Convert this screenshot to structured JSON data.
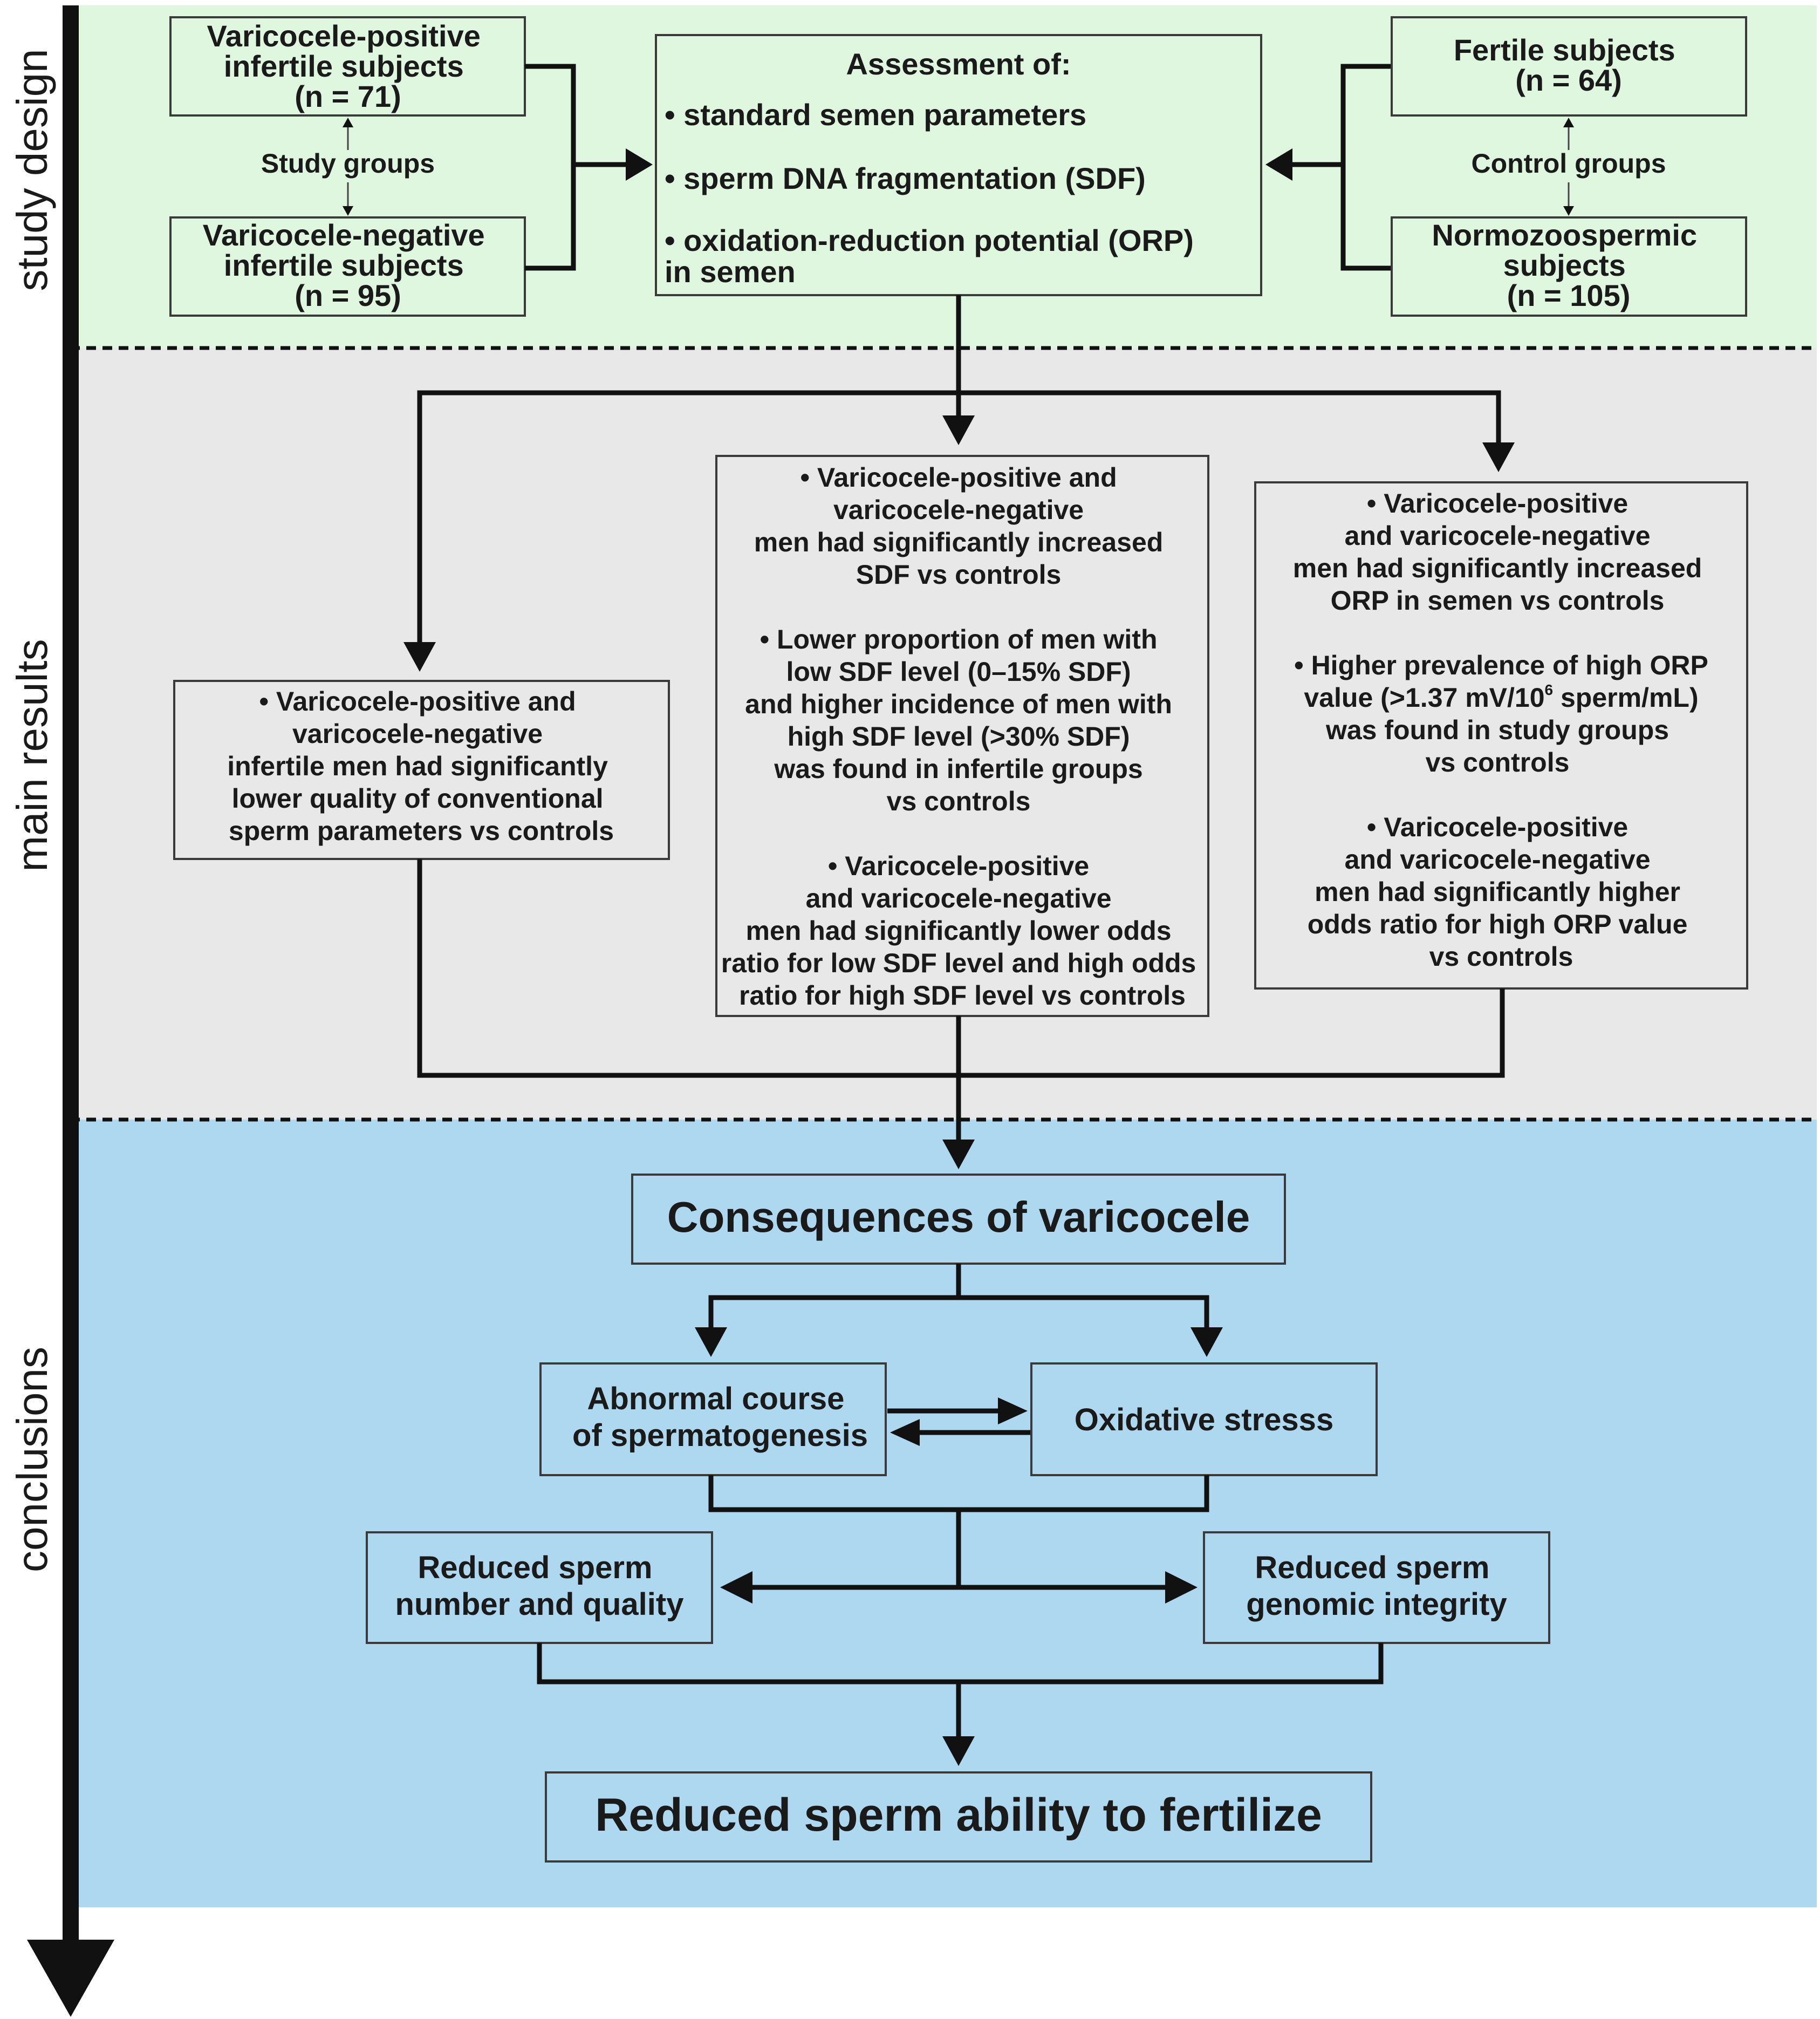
{
  "sections": {
    "study_design": "study design",
    "main_results": "main results",
    "conclusions": "conclusions"
  },
  "colors": {
    "study_design_bg": "#dff7df",
    "main_results_bg": "#e8e8e8",
    "conclusions_bg": "#aed8ef",
    "lines": "#111111"
  },
  "study_design": {
    "varicocele_positive": [
      "Varicocele-positive",
      "infertile subjects",
      "(n = 71)"
    ],
    "varicocele_negative": [
      "Varicocele-negative",
      "infertile subjects",
      "(n = 95)"
    ],
    "study_groups_label": "Study groups",
    "assessment_title": "Assessment of:",
    "assessment_items": [
      "• standard semen parameters",
      "• sperm DNA fragmentation (SDF)",
      " • oxidation-reduction potential (ORP)"
    ],
    "assessment_item_tail": "in semen",
    "fertile": [
      "Fertile subjects",
      "(n = 64)"
    ],
    "control_groups_label": "Control groups",
    "normozoospermic": [
      "Normozoospermic",
      "subjects",
      "(n = 105)"
    ]
  },
  "main_results": {
    "left_box": [
      "• Varicocele-positive and",
      "varicocele-negative",
      "infertile men had significantly",
      "lower quality of conventional",
      "sperm parameters vs controls"
    ],
    "middle_box": [
      "• Varicocele-positive and",
      "varicocele-negative",
      "men had significantly increased",
      "SDF vs controls",
      "",
      "• Lower proportion of men with",
      "low SDF level (0–15% SDF)",
      "and higher incidence of men with",
      "high SDF level (>30% SDF)",
      "was found in infertile groups",
      "vs controls",
      "",
      "• Varicocele-positive",
      "and varicocele-negative",
      "men had significantly lower odds",
      "ratio for low SDF level and high odds",
      "ratio for high SDF level vs controls"
    ],
    "right_box": [
      "• Varicocele-positive",
      "and varicocele-negative",
      "men had significantly increased",
      "ORP in semen vs controls",
      "",
      "• Higher prevalence of high ORP",
      "value (>1.37 mV/10",
      "was found in study groups",
      "vs controls",
      "",
      "• Varicocele-positive",
      "and varicocele-negative",
      "men had significantly higher",
      "odds ratio for high ORP value",
      "vs controls"
    ],
    "orp_superscript": "6",
    "orp_tail": " sperm/mL)"
  },
  "conclusions": {
    "consequences": "Consequences of varicocele",
    "abnormal": [
      "Abnormal course",
      "of spermatogenesis"
    ],
    "oxidative": "Oxidative stresss",
    "reduced_number": [
      "Reduced sperm",
      "number and quality"
    ],
    "reduced_genomic": [
      "Reduced sperm",
      "genomic integrity"
    ],
    "final": "Reduced sperm ability to fertilize"
  }
}
